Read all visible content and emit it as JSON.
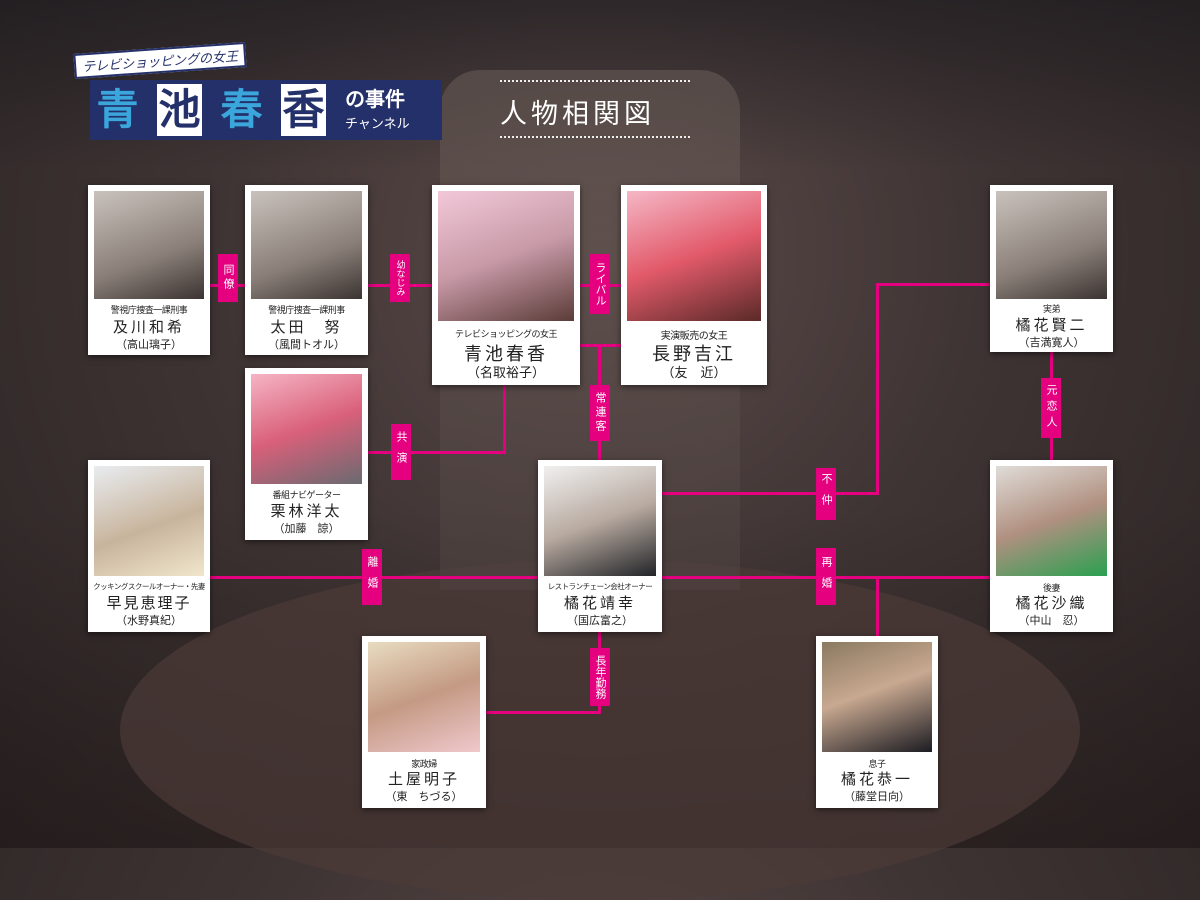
{
  "header": {
    "subtitle": "テレビショッピングの女王",
    "logo_chars": [
      "青",
      "池",
      "春",
      "香"
    ],
    "logo_tail": "の事件",
    "logo_tail2": "チャンネル",
    "title": "人物相関図"
  },
  "accent_color": "#e4007f",
  "characters": {
    "oikawa": {
      "role": "警視庁捜査一課刑事",
      "name": "及川和希",
      "actor": "（高山璃子）"
    },
    "ota": {
      "role": "警視庁捜査一課刑事",
      "name": "太田　努",
      "actor": "（風間トオル）"
    },
    "aoike": {
      "role": "テレビショッピングの女王",
      "name": "青池春香",
      "actor": "（名取裕子）"
    },
    "nagano": {
      "role": "実演販売の女王",
      "name": "長野吉江",
      "actor": "（友　近）"
    },
    "kenji": {
      "role": "実弟",
      "name": "橘花賢二",
      "actor": "（吉満寛人）"
    },
    "kuribayashi": {
      "role": "番組ナビゲーター",
      "name": "栗林洋太",
      "actor": "（加藤　諒）"
    },
    "hayami": {
      "role": "クッキングスクールオーナー・先妻",
      "name": "早見恵理子",
      "actor": "（水野真紀）"
    },
    "yasuyuki": {
      "role": "レストランチェーン会社オーナー",
      "name": "橘花靖幸",
      "actor": "（国広富之）"
    },
    "saori": {
      "role": "後妻",
      "name": "橘花沙織",
      "actor": "（中山　忍）"
    },
    "tsuchiya": {
      "role": "家政婦",
      "name": "土屋明子",
      "actor": "（東　ちづる）"
    },
    "kyoichi": {
      "role": "息子",
      "name": "橘花恭一",
      "actor": "（藤堂日向）"
    }
  },
  "relations": {
    "colleague": "同僚",
    "childhood": "幼なじみ",
    "rival": "ライバル",
    "regular": "常連客",
    "costar": "共演",
    "feud": "不仲",
    "ex_lover": "元恋人",
    "divorce": "離婚",
    "remarriage": "再婚",
    "longtime": "長年勤務"
  }
}
